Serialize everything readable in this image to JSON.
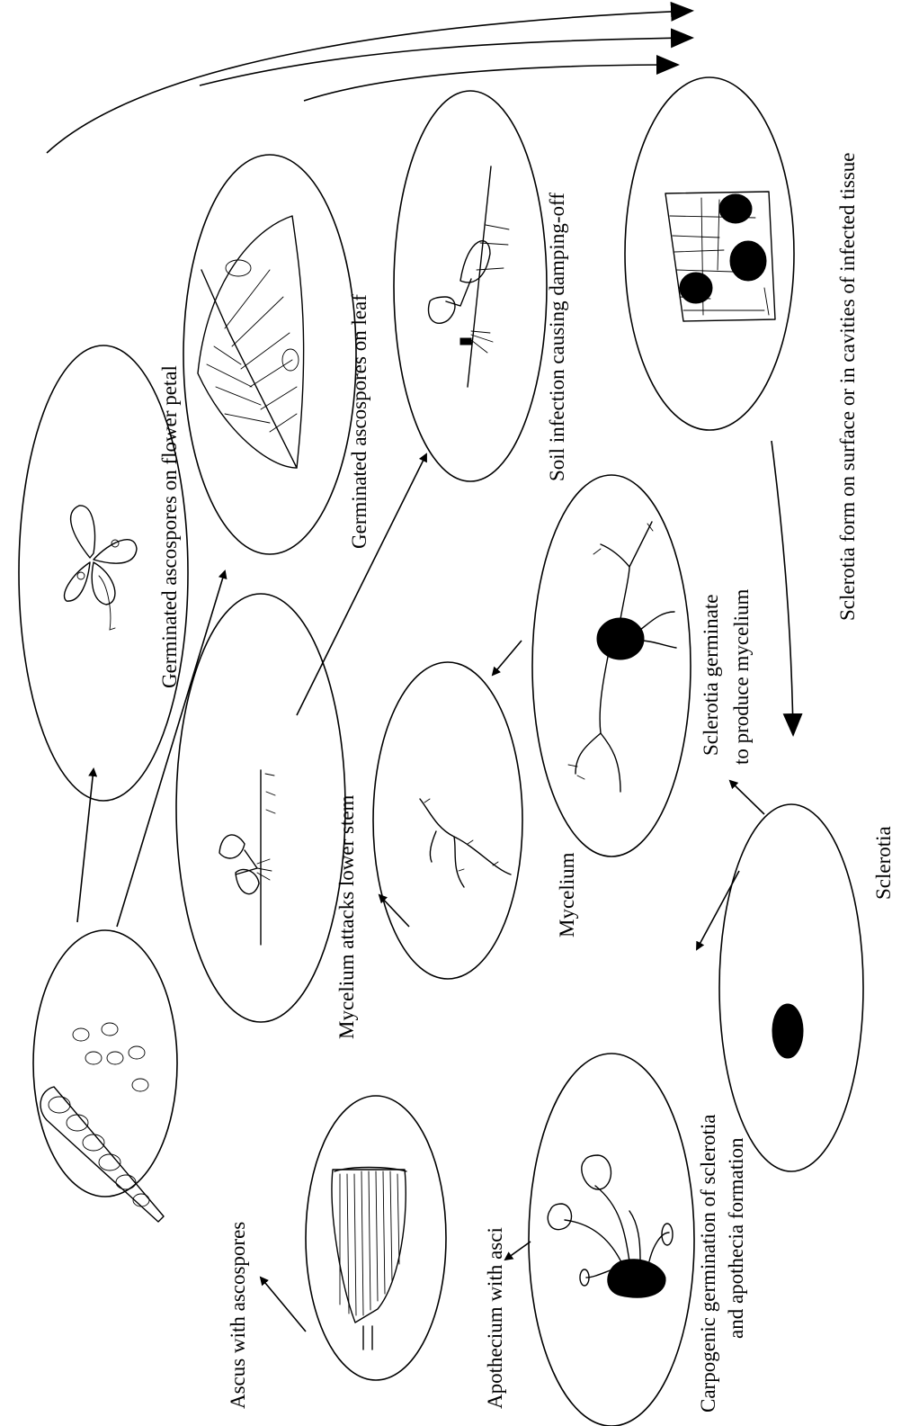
{
  "labels": {
    "ascus": "Ascus with ascospores",
    "apothecium": "Apothecium with asci",
    "carpogenic_line1": "Carpogenic germination of sclerotia",
    "carpogenic_line2": "and apothecia formation",
    "sclerotia": "Sclerotia",
    "mycelium": "Mycelium",
    "mycelium_attacks": "Mycelium attacks lower stem",
    "sclerotia_germinate_line1": "Sclerotia germinate",
    "sclerotia_germinate_line2": "to produce mycelium",
    "flower_petal": "Germinated ascospores on flower petal",
    "leaf": "Germinated ascospores on leaf",
    "soil_infection": "Soil infection causing damping-off",
    "sclerotia_form": "Sclerotia form on surface or in cavities of infected tissue"
  },
  "colors": {
    "ink": "#000000",
    "paper": "#ffffff"
  }
}
